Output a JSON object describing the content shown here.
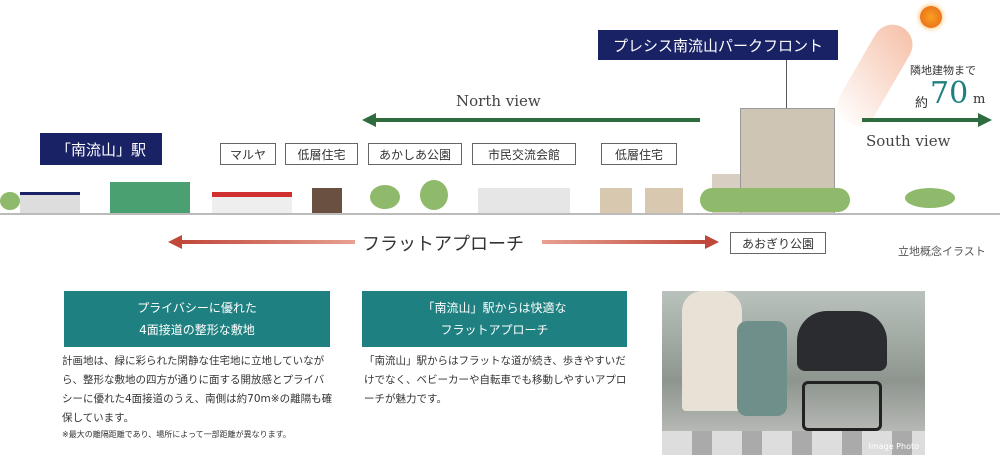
{
  "station_label": "「南流山」駅",
  "property_label": "プレシス南流山パークフロント",
  "north_view": "North view",
  "south_view": "South view",
  "distance": {
    "prefix": "隣地建物まで",
    "approx": "約",
    "value": "70",
    "unit": "m"
  },
  "landmarks": [
    "マルヤ",
    "低層住宅",
    "あかしあ公園",
    "市民交流会館",
    "低層住宅"
  ],
  "flat_approach": "フラットアプローチ",
  "park_label": "あおぎり公園",
  "illustration_note": "立地概念イラスト",
  "colors": {
    "navy": "#1a2266",
    "teal": "#1e8080",
    "green_arrow": "#2e6b3f",
    "red_arrow": "#c0483a"
  },
  "cards": [
    {
      "title_1": "プライバシーに優れた",
      "title_2": "4面接道の整形な敷地",
      "body": "計画地は、緑に彩られた閑静な住宅地に立地していながら、整形な敷地の四方が通りに面する開放感とプライバシーに優れた4面接道のうえ、南側は約70m※の離隔も確保しています。",
      "note": "※最大の離隔距離であり、場所によって一部距離が異なります。"
    },
    {
      "title_1": "「南流山」駅からは快適な",
      "title_2": "フラットアプローチ",
      "body": "「南流山」駅からはフラットな道が続き、歩きやすいだけでなく、ベビーカーや自転車でも移動しやすいアプローチが魅力です。"
    }
  ],
  "photo_caption": "Image Photo"
}
